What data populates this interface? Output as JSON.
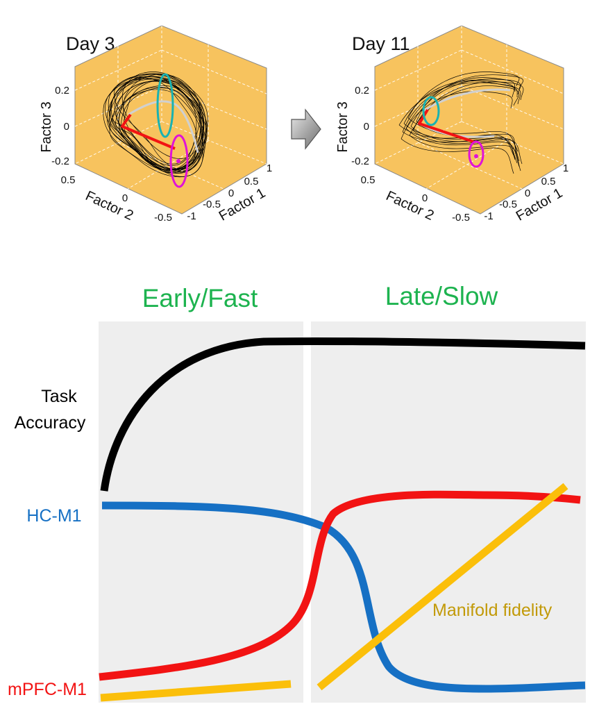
{
  "panels": [
    {
      "title": "Day 3",
      "factor3_ticks": [
        "0.2",
        "0",
        "-0.2"
      ],
      "factor2_ticks": [
        "0.5",
        "0",
        "-0.5"
      ],
      "factor1_ticks": [
        "1",
        "0.5",
        "0",
        "-0.5",
        "-1"
      ],
      "axis_labels": {
        "factor1": "Factor 1",
        "factor2": "Factor 2",
        "factor3": "Factor 3"
      }
    },
    {
      "title": "Day 11",
      "factor3_ticks": [
        "0.2",
        "0",
        "-0.2"
      ],
      "factor2_ticks": [
        "0.5",
        "0",
        "-0.5"
      ],
      "factor1_ticks": [
        "1",
        "0.5",
        "0",
        "-0.5",
        "-1"
      ],
      "axis_labels": {
        "factor1": "Factor 1",
        "factor2": "Factor 2",
        "factor3": "Factor 3"
      }
    }
  ],
  "colors": {
    "cube_face": "#f7c35e",
    "black": "#000000",
    "hc": "#1670c4",
    "mpfc": "#f21313",
    "manifold": "#fbbf0a",
    "phase_text": "#1db34f",
    "manifold_text": "#c29a08",
    "cyan": "#19b2b2",
    "magenta": "#e012d8",
    "gray_traj": "#d0d0d0",
    "panel_bg": "#eeeeee"
  },
  "phases": {
    "early": "Early/Fast",
    "late": "Late/Slow"
  },
  "row_labels": {
    "task_accuracy_line1": "Task",
    "task_accuracy_line2": "Accuracy",
    "hc_m1": "HC-M1",
    "mpfc_m1": "mPFC-M1",
    "manifold_fidelity": "Manifold fidelity"
  }
}
